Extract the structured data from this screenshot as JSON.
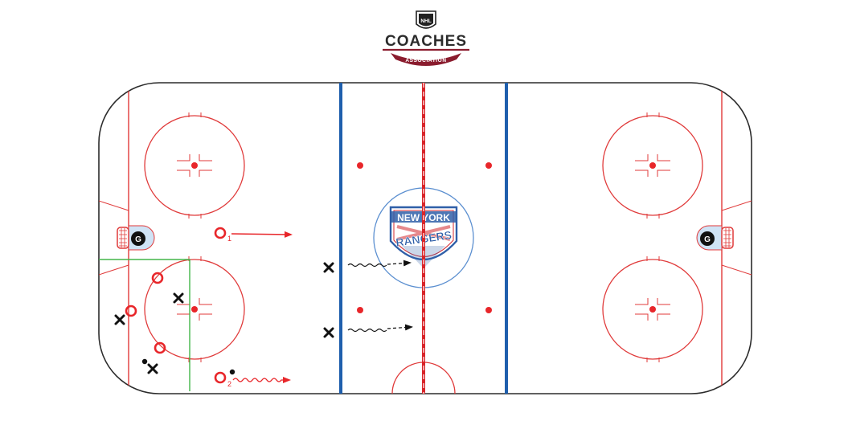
{
  "header": {
    "logo_badge_text": "NHL",
    "logo_title": "COACHES",
    "logo_subtitle": "ASSOCIATION"
  },
  "center_logo": {
    "line1": "NEW YORK",
    "line2": "RANGERS"
  },
  "goalies": {
    "left_label": "G",
    "right_label": "G"
  },
  "players": {
    "label_1": "1",
    "label_2": "2"
  },
  "colors": {
    "rink_line": "#e03a3a",
    "blue_line": "#1f5fad",
    "red_line": "#d9252a",
    "green_zone": "#43b649",
    "offense": "#e8262a",
    "defense": "#111111",
    "crease_blue": "#cfe3f5",
    "rangers_blue": "#2f5fa8",
    "rangers_red": "#d3272e",
    "logo_maroon": "#8a1c2e"
  },
  "icons": [
    "nhl-coaches-association-logo",
    "new-york-rangers-logo",
    "goalie-icon",
    "offensive-player-icon",
    "defensive-player-icon",
    "puck-icon"
  ]
}
